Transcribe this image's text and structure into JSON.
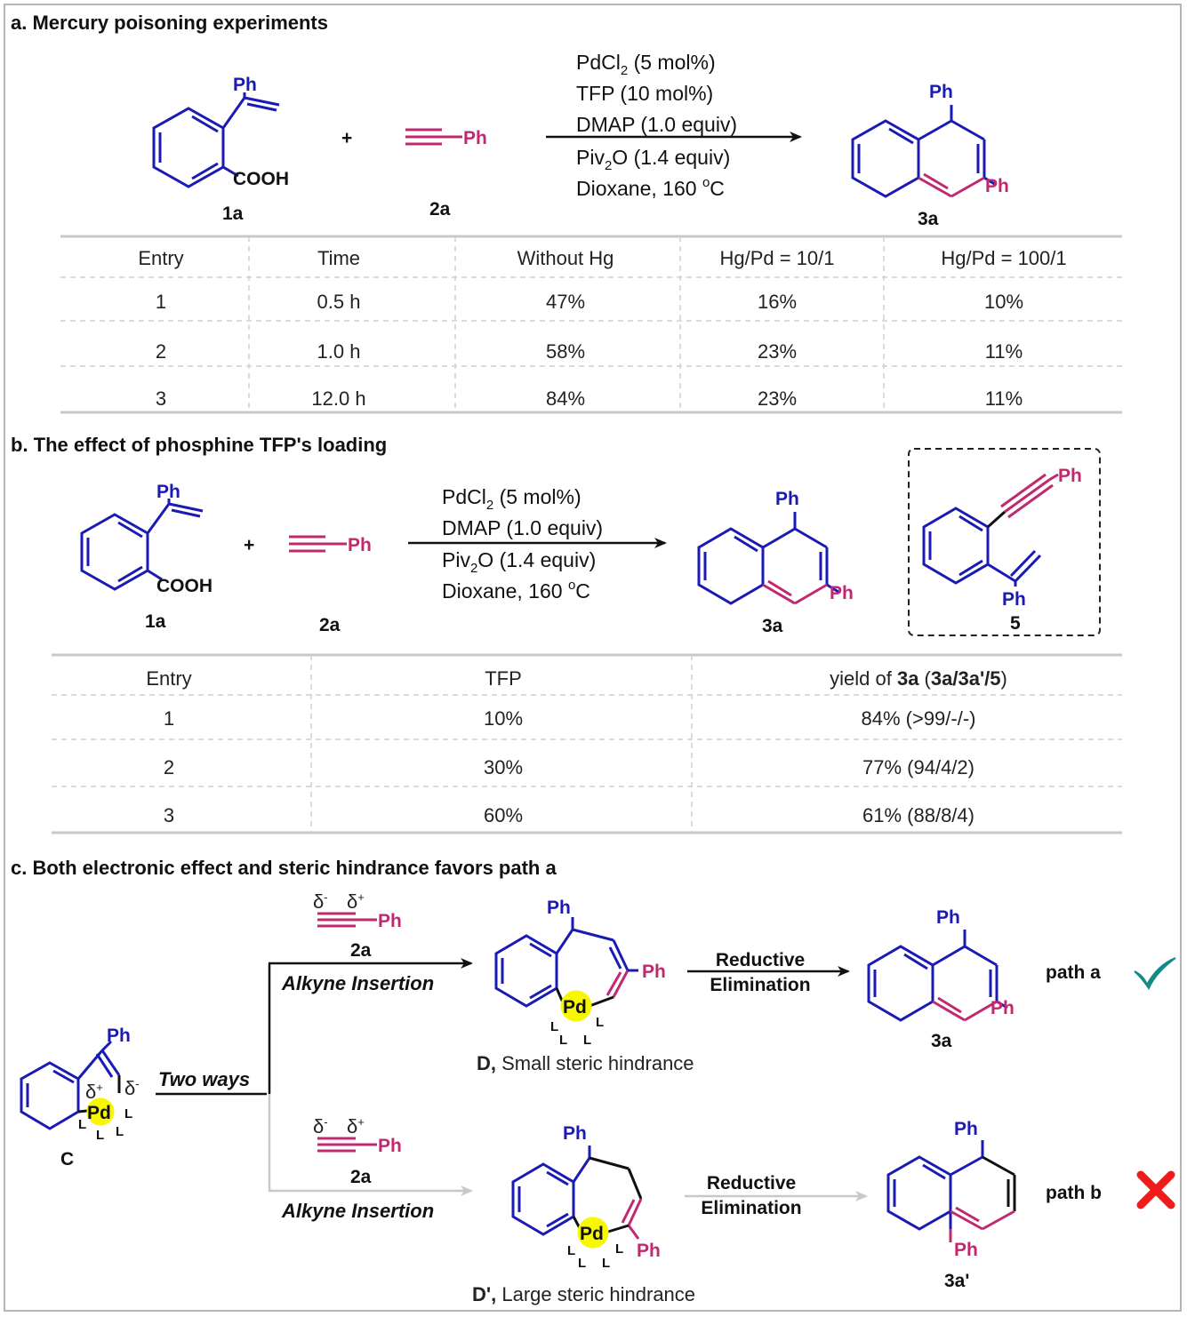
{
  "section_a": {
    "title": "a. Mercury poisoning experiments",
    "reactant1_group_top": "Ph",
    "reactant1_group_bottom": "COOH",
    "reactant1_label": "1a",
    "plus": "+",
    "reactant2_group": "Ph",
    "reactant2_label": "2a",
    "conditions": {
      "c1_main": "PdCl",
      "c1_sub": "2",
      "c1_rest": " (5 mol%)",
      "c2": "TFP (10 mol%)",
      "c3": "DMAP (1.0 equiv)",
      "c4_main": "Piv",
      "c4_sub": "2",
      "c4_rest": "O (1.4 equiv)",
      "c5_main": "Dioxane, 160 ",
      "c5_sup": "o",
      "c5_rest": "C"
    },
    "product_ph_top": "Ph",
    "product_ph_side": "Ph",
    "product_label": "3a",
    "table": {
      "headers": [
        "Entry",
        "Time",
        "Without Hg",
        "Hg/Pd = 10/1",
        "Hg/Pd = 100/1"
      ],
      "rows": [
        [
          "1",
          "0.5 h",
          "47%",
          "16%",
          "10%"
        ],
        [
          "2",
          "1.0 h",
          "58%",
          "23%",
          "11%"
        ],
        [
          "3",
          "12.0 h",
          "84%",
          "23%",
          "11%"
        ]
      ]
    }
  },
  "section_b": {
    "title": "b. The effect of phosphine TFP's loading",
    "reactant1_group_top": "Ph",
    "reactant1_group_bottom": "COOH",
    "reactant1_label": "1a",
    "plus": "+",
    "reactant2_group": "Ph",
    "reactant2_label": "2a",
    "conditions": {
      "c1_main": "PdCl",
      "c1_sub": "2",
      "c1_rest": " (5 mol%)",
      "c2": "DMAP (1.0 equiv)",
      "c3_main": "Piv",
      "c3_sub": "2",
      "c3_rest": "O (1.4 equiv)",
      "c4_main": "Dioxane, 160 ",
      "c4_sup": "o",
      "c4_rest": "C"
    },
    "product_ph_top": "Ph",
    "product_ph_side": "Ph",
    "product_label": "3a",
    "side_product_ph_top": "Ph",
    "side_product_ph_bottom": "Ph",
    "side_product_label": "5",
    "table": {
      "headers": [
        "Entry",
        "TFP"
      ],
      "header3_pre": "yield of ",
      "header3_bold1": "3a",
      "header3_mid": " (",
      "header3_bold2": "3a/3a'/5",
      "header3_post": ")",
      "rows": [
        [
          "1",
          "10%",
          "84% (>99/-/-)"
        ],
        [
          "2",
          "30%",
          "77% (94/4/2)"
        ],
        [
          "3",
          "60%",
          "61% (88/8/4)"
        ]
      ]
    }
  },
  "section_c": {
    "title": "c. Both electronic effect and steric hindrance favors path a",
    "start_label": "C",
    "start_ph": "Ph",
    "delta_plus": "δ",
    "delta_minus": "δ",
    "sup_plus": "+",
    "sup_minus": "-",
    "pd": "Pd",
    "ligand": "L",
    "two_ways": "Two ways",
    "reagent_ph": "Ph",
    "reagent_label": "2a",
    "insertion": "Alkyne Insertion",
    "D_label_bold": "D,",
    "D_label_text": " Small steric hindrance",
    "Dp_label_bold": "D',",
    "Dp_label_text": " Large steric hindrance",
    "re_line1": "Reductive",
    "re_line2": "Elimination",
    "product_a_label": "3a",
    "product_b_label": "3a'",
    "path_a": "path a",
    "path_b": "path b",
    "ph": "Ph"
  }
}
